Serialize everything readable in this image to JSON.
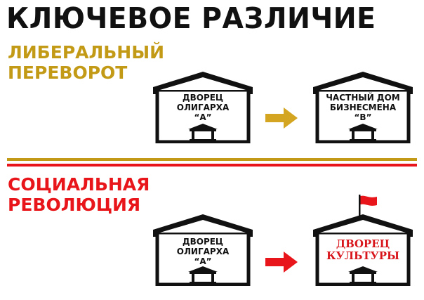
{
  "title": "КЛЮЧЕВОЕ РАЗЛИЧИЕ",
  "liberal": {
    "label_line1": "ЛИБЕРАЛЬНЫЙ",
    "label_line2": "ПЕРЕВОРОТ",
    "color": "#c39a16",
    "from_house": {
      "line1": "ДВОРЕЦ",
      "line2": "ОЛИГАРХА",
      "line3": "“А”"
    },
    "to_house": {
      "line1": "ЧАСТНЫЙ ДОМ",
      "line2": "БИЗНЕСМЕНА",
      "line3": "“В”"
    },
    "arrow_color": "#d4a520"
  },
  "social": {
    "label_line1": "СОЦИАЛЬНАЯ",
    "label_line2": "РЕВОЛЮЦИЯ",
    "color": "#e8161a",
    "from_house": {
      "line1": "ДВОРЕЦ",
      "line2": "ОЛИГАРХА",
      "line3": "“А”"
    },
    "to_house": {
      "line1": "ДВОРЕЦ",
      "line2": "КУЛЬТУРЫ"
    },
    "arrow_color": "#e8161a",
    "flag_color": "#e8161a"
  },
  "divider_colors": [
    "#c39a16",
    "#e8161a"
  ]
}
